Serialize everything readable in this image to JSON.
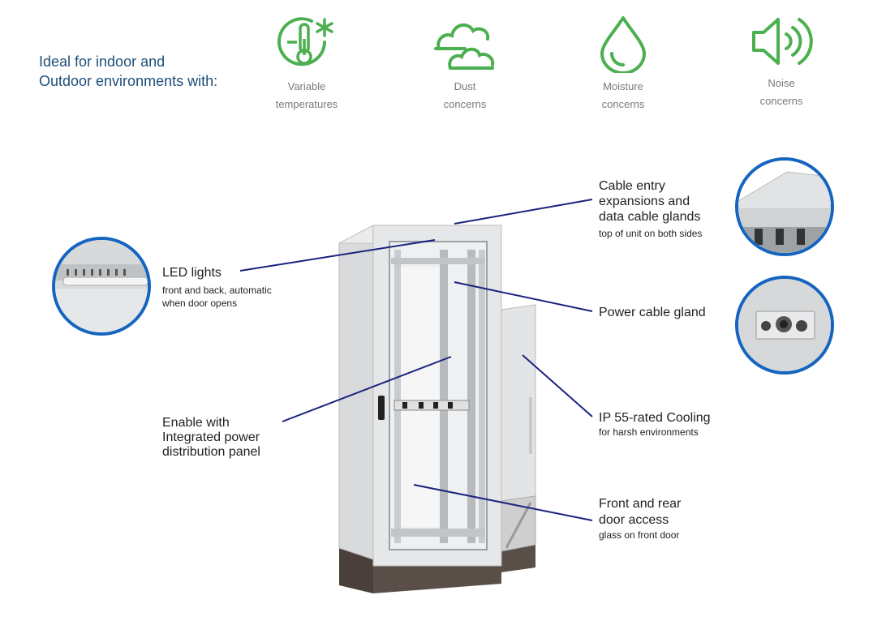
{
  "intro": {
    "line1": "Ideal for indoor and",
    "line2": "Outdoor environments with:"
  },
  "features": [
    {
      "icon": "thermometer-snowflake-icon",
      "line1": "Variable",
      "line2": "temperatures"
    },
    {
      "icon": "dust-cloud-icon",
      "line1": "Dust",
      "line2": "concerns"
    },
    {
      "icon": "water-drop-icon",
      "line1": "Moisture",
      "line2": "concerns"
    },
    {
      "icon": "speaker-icon",
      "line1": "Noise",
      "line2": "concerns"
    }
  ],
  "callouts": {
    "led": {
      "title": "LED lights",
      "sub1": "front and back, automatic",
      "sub2": "when door opens"
    },
    "cable_entry": {
      "title1": "Cable entry",
      "title2": "expansions and",
      "title3": "data cable glands",
      "sub": "top of unit on both sides"
    },
    "power_gland": {
      "title": "Power cable gland"
    },
    "pdu": {
      "title1": "Enable with",
      "title2": "Integrated power",
      "title3": "distribution panel"
    },
    "cooling": {
      "title": "IP 55-rated Cooling",
      "sub": "for harsh environments"
    },
    "door": {
      "title1": "Front and rear",
      "title2": "door access",
      "sub": "glass on front door"
    }
  },
  "colors": {
    "accent_green": "#4caf50",
    "intro_blue": "#1f4e79",
    "leader_line": "#1a237e",
    "circle_border": "#1565c0"
  }
}
